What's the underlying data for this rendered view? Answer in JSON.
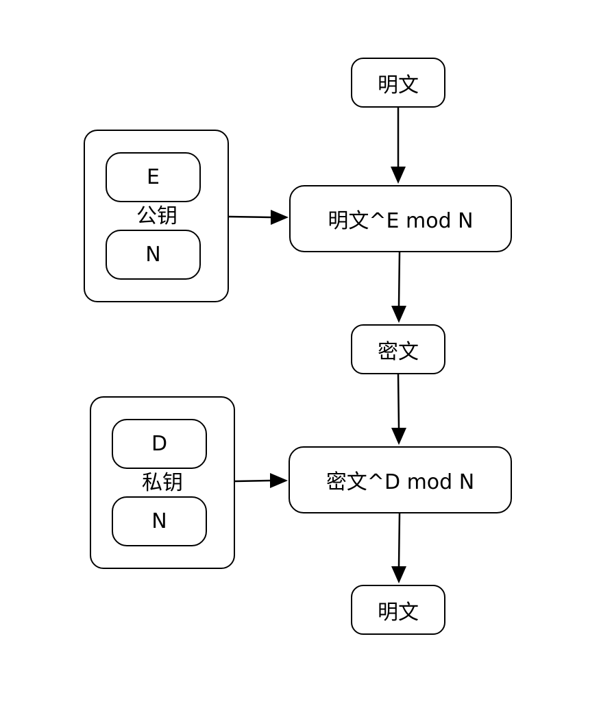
{
  "plaintext_top": "明文",
  "encrypt_op": "明文^E mod N",
  "ciphertext": "密文",
  "decrypt_op": "密文^D mod N",
  "plaintext_bottom": "明文",
  "public_key": {
    "label": "公钥",
    "fields": [
      "E",
      "N"
    ]
  },
  "private_key": {
    "label": "私钥",
    "fields": [
      "D",
      "N"
    ]
  }
}
